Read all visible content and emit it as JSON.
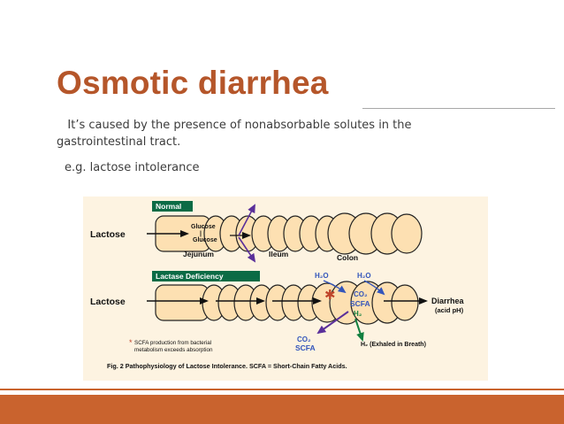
{
  "slide": {
    "title": "Osmotic diarrhea",
    "body_line": "It’s caused by the presence of nonabsorbable solutes in the gastrointestinal tract.",
    "example": "e.g. lactose intolerance"
  },
  "figure": {
    "normal_panel": {
      "header": "Normal",
      "input_label": "Lactose",
      "glucose": "Glucose",
      "plus": "|",
      "galactose": "Glucose",
      "jejunum": "Jejunum",
      "ileum": "Ileum",
      "colon": "Colon"
    },
    "deficiency_panel": {
      "header": "Lactase Deficiency",
      "input_label": "Lactose",
      "h2o_left": "H₂O",
      "h2o_right": "H₂O",
      "co2": "CO₂",
      "scfa": "SCFA",
      "h2": "H₂",
      "output_label": "Diarrhea",
      "output_sub": "(acid pH)",
      "co2_out": "CO₂",
      "scfa_out": "SCFA",
      "h2_out": "H₂ (Exhaled in Breath)",
      "footnote_line1": "SCFA production from bacterial",
      "footnote_line2": "metabolism exceeds absorption"
    },
    "caption": "Fig. 2 Pathophysiology of Lactose Intolerance.  SCFA = Short-Chain Fatty Acids.",
    "colors": {
      "background": "#fdf3e1",
      "intestine_fill": "#fde0b2",
      "intestine_stroke": "#222222",
      "header_fill": "#0b6b45",
      "arrow_blue": "#3355bb",
      "arrow_purple": "#5a2f9a",
      "arrow_green": "#128040",
      "star": "#c0452a",
      "title": "#b5562a",
      "accent_bar": "#c9632e"
    }
  }
}
